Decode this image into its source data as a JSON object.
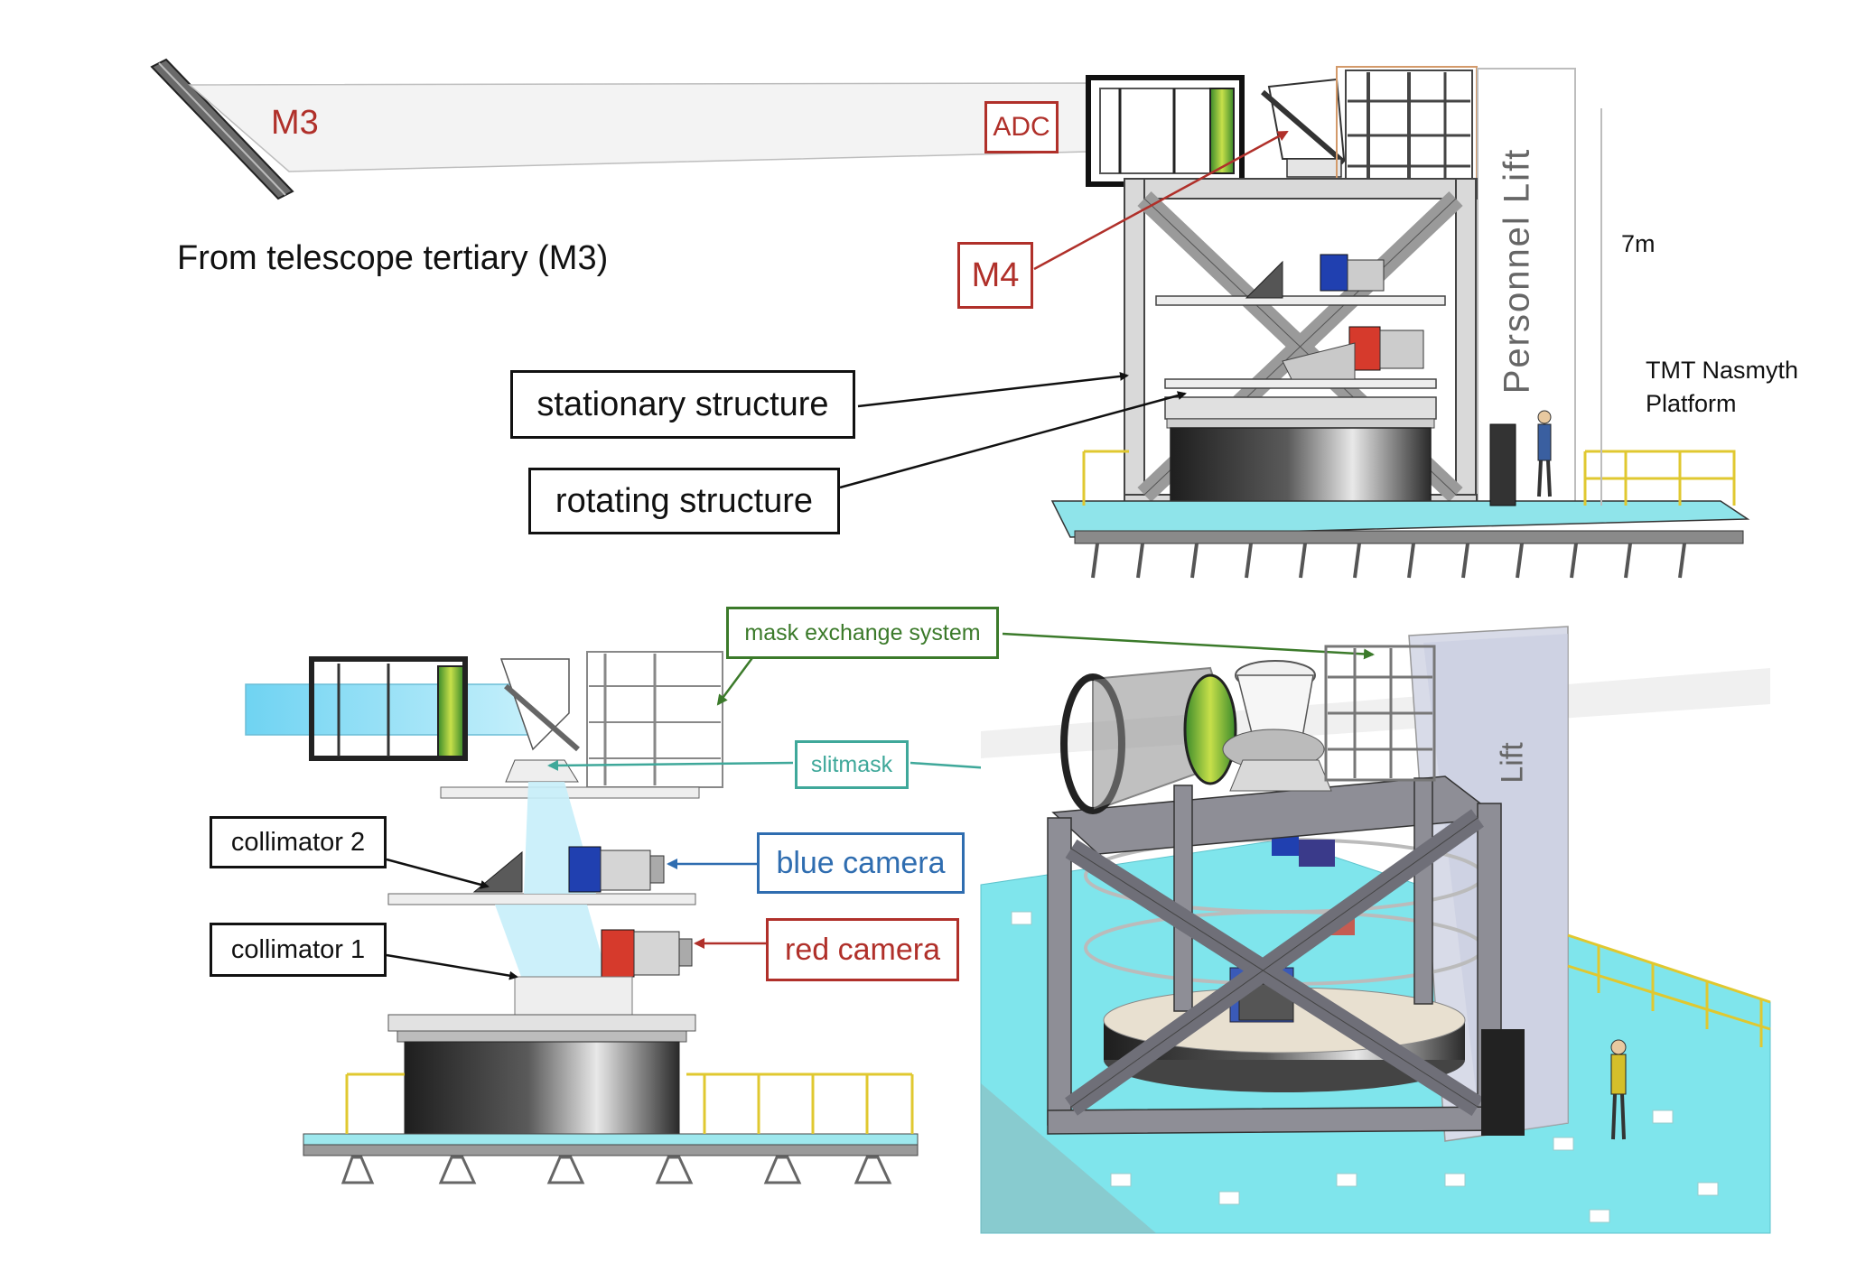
{
  "top_section": {
    "m3_label": "M3",
    "adc_label": "ADC",
    "m4_label": "M4",
    "source_caption": "From telescope tertiary (M3)",
    "stationary_label": "stationary structure",
    "rotating_label": "rotating structure",
    "lift_label": "Personnel Lift",
    "height_label": "7m",
    "platform_label": "TMT Nasmyth\nPlatform"
  },
  "bottom_left": {
    "mask_label": "mask exchange system",
    "slitmask_label": "slitmask",
    "collimator2_label": "collimator 2",
    "collimator1_label": "collimator 1",
    "blue_camera_label": "blue camera",
    "red_camera_label": "red camera"
  },
  "bottom_right": {
    "lift_label": "Lift"
  },
  "colors": {
    "red_label": "#b0302a",
    "green_label": "#3b7a2a",
    "teal_label": "#3fa89a",
    "blue_label": "#2f6db0",
    "red_camera": "#d63a2c",
    "platform_cyan": "#7fe5ec",
    "beam": "#a8e6f5",
    "railing": "#e5d83c"
  }
}
